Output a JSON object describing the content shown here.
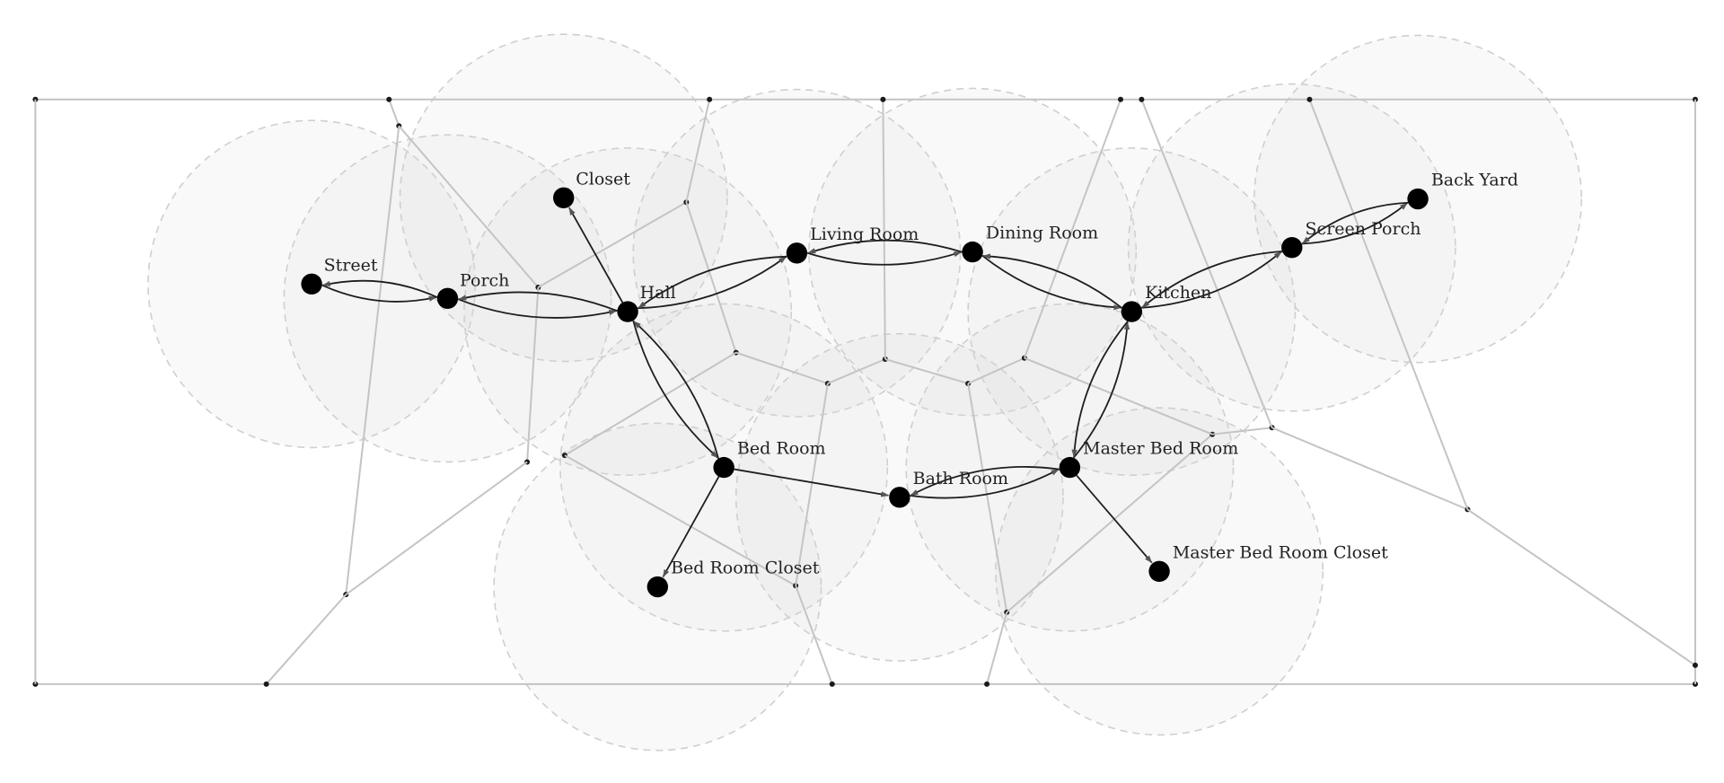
{
  "diagram": {
    "type": "directed-graph",
    "nodes": [
      {
        "id": "street",
        "label": "Street"
      },
      {
        "id": "porch",
        "label": "Porch"
      },
      {
        "id": "hall",
        "label": "Hall"
      },
      {
        "id": "closet",
        "label": "Closet"
      },
      {
        "id": "living_room",
        "label": "Living Room"
      },
      {
        "id": "dining_room",
        "label": "Dining Room"
      },
      {
        "id": "kitchen",
        "label": "Kitchen"
      },
      {
        "id": "screen_porch",
        "label": "Screen Porch"
      },
      {
        "id": "back_yard",
        "label": "Back Yard"
      },
      {
        "id": "bed_room",
        "label": "Bed Room"
      },
      {
        "id": "bed_room_closet",
        "label": "Bed Room Closet"
      },
      {
        "id": "bath_room",
        "label": "Bath Room"
      },
      {
        "id": "master_bed_room",
        "label": "Master Bed Room"
      },
      {
        "id": "master_bed_room_closet",
        "label": "Master Bed Room Closet"
      }
    ],
    "edges": [
      {
        "from": "street",
        "to": "porch"
      },
      {
        "from": "porch",
        "to": "street"
      },
      {
        "from": "porch",
        "to": "hall"
      },
      {
        "from": "hall",
        "to": "porch"
      },
      {
        "from": "hall",
        "to": "closet"
      },
      {
        "from": "hall",
        "to": "living_room"
      },
      {
        "from": "living_room",
        "to": "hall"
      },
      {
        "from": "living_room",
        "to": "dining_room"
      },
      {
        "from": "dining_room",
        "to": "living_room"
      },
      {
        "from": "dining_room",
        "to": "kitchen"
      },
      {
        "from": "kitchen",
        "to": "dining_room"
      },
      {
        "from": "kitchen",
        "to": "screen_porch"
      },
      {
        "from": "screen_porch",
        "to": "kitchen"
      },
      {
        "from": "screen_porch",
        "to": "back_yard"
      },
      {
        "from": "back_yard",
        "to": "screen_porch"
      },
      {
        "from": "hall",
        "to": "bed_room"
      },
      {
        "from": "bed_room",
        "to": "hall"
      },
      {
        "from": "bed_room",
        "to": "bed_room_closet"
      },
      {
        "from": "bed_room",
        "to": "bath_room"
      },
      {
        "from": "bath_room",
        "to": "master_bed_room"
      },
      {
        "from": "master_bed_room",
        "to": "bath_room"
      },
      {
        "from": "master_bed_room",
        "to": "kitchen"
      },
      {
        "from": "kitchen",
        "to": "master_bed_room"
      },
      {
        "from": "master_bed_room",
        "to": "master_bed_room_closet"
      }
    ]
  }
}
